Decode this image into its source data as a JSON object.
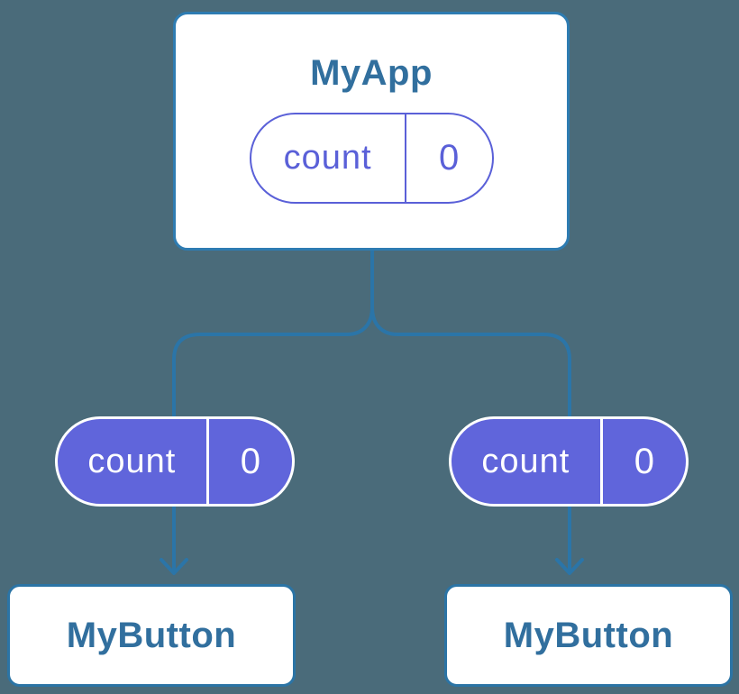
{
  "diagram": {
    "type": "component-tree",
    "root": {
      "title": "MyApp",
      "state_pill": {
        "label": "count",
        "value": "0"
      }
    },
    "children": [
      {
        "title": "MyButton",
        "prop_pill": {
          "label": "count",
          "value": "0"
        }
      },
      {
        "title": "MyButton",
        "prop_pill": {
          "label": "count",
          "value": "0"
        }
      }
    ]
  },
  "colors": {
    "background": "#4a6b7a",
    "connector_blue": "#2b75a8",
    "box_border_blue": "#2e7cb2",
    "heading_text_blue": "#316f9e",
    "pill_purple_fill": "#6065db",
    "pill_purple_stroke": "#5a60d8",
    "pill_text_white": "#ffffff",
    "box_fill": "#ffffff"
  }
}
